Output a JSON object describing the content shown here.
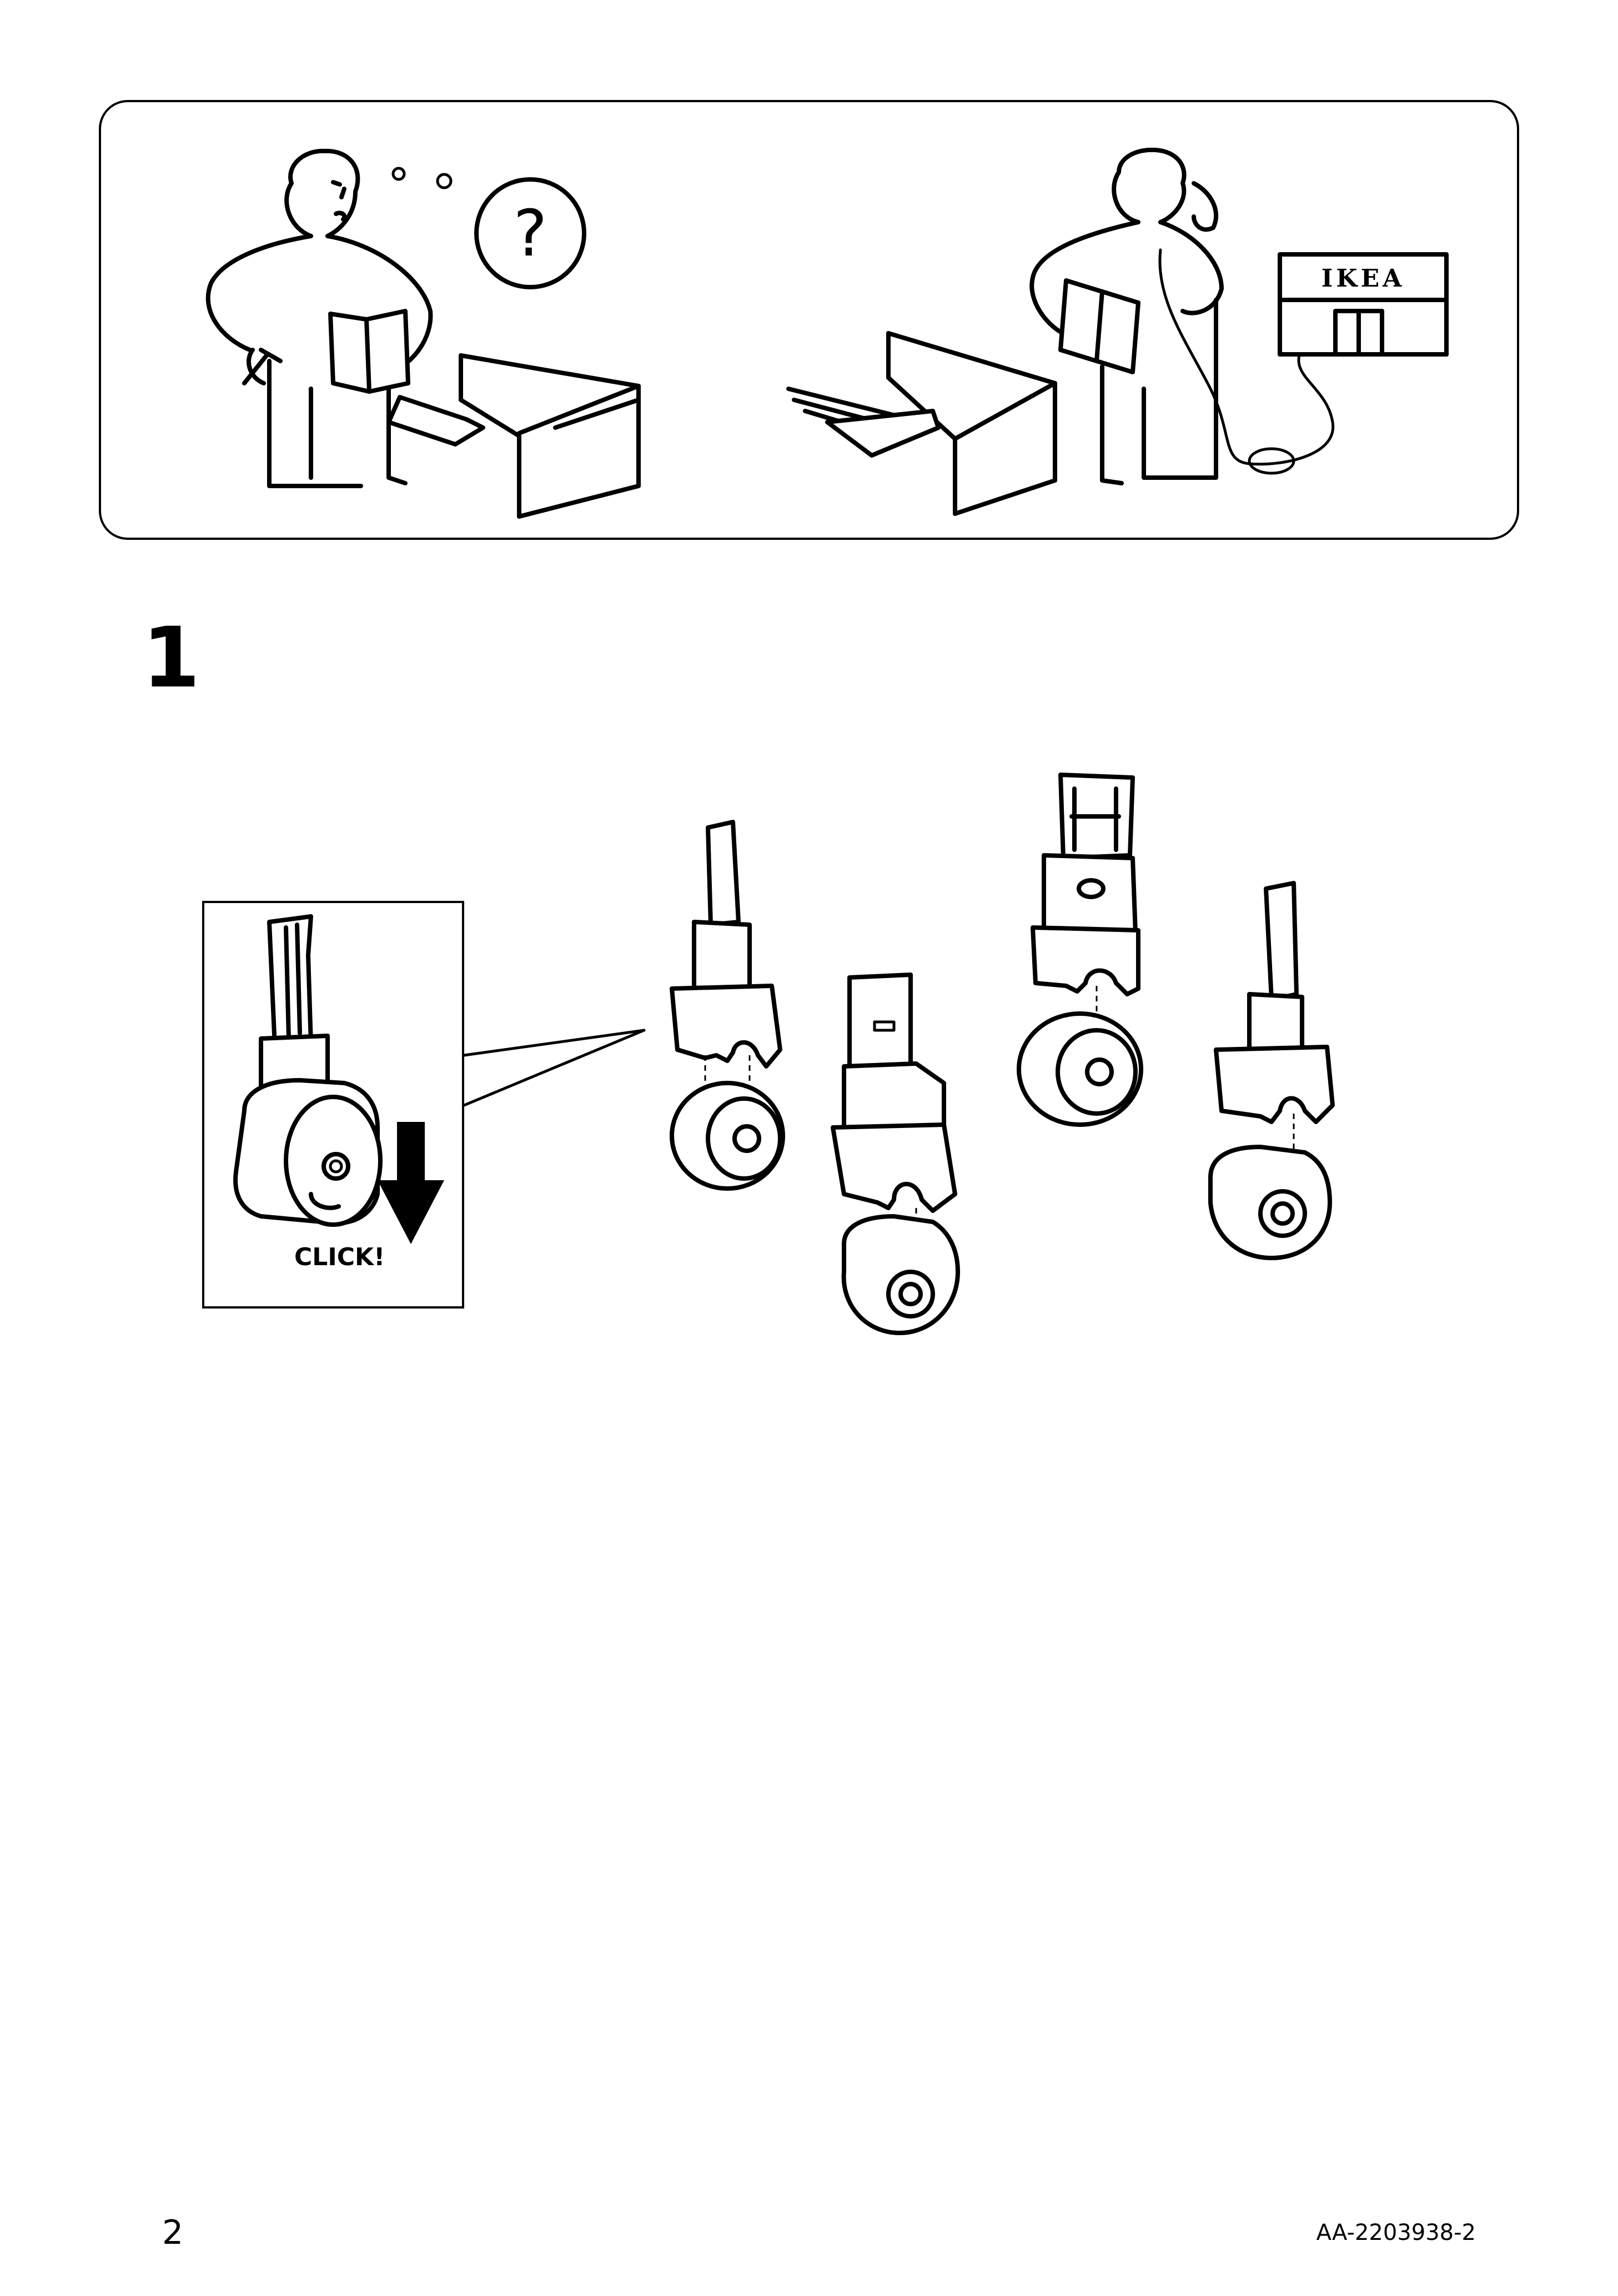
{
  "help_panel": {
    "question_glyph": "?",
    "store_sign": "IKEA",
    "icons": [
      "confused-person-icon",
      "question-bubble-icon",
      "person-on-phone-icon",
      "ikea-store-icon"
    ]
  },
  "step": {
    "number": "1"
  },
  "detail": {
    "click_label": "CLICK!",
    "arrow_icon": "arrow-down-icon"
  },
  "parts": [
    "caster-1",
    "caster-2",
    "caster-3",
    "caster-4"
  ],
  "footer": {
    "page_number": "2",
    "document_code": "AA-2203938-2"
  }
}
